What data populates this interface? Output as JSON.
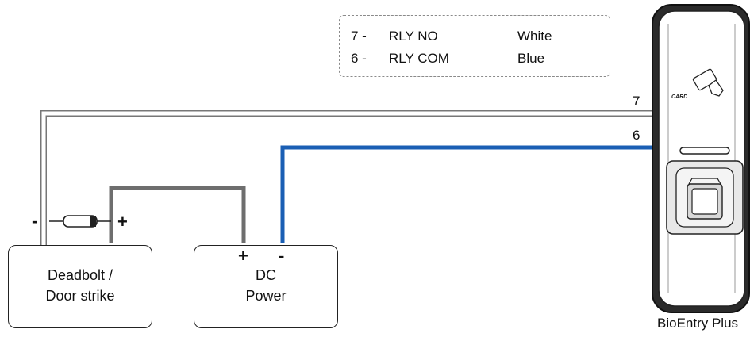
{
  "legend": {
    "rows": [
      {
        "pin": "7 -",
        "signal": "RLY NO",
        "color": "White"
      },
      {
        "pin": "6 -",
        "signal": "RLY COM",
        "color": "Blue"
      }
    ]
  },
  "wires": {
    "wire7_label": "7",
    "wire6_label": "6",
    "wire7_color": "#ffffff",
    "wire6_color": "#1a5fb4",
    "power_wire_color": "#6e6e6e"
  },
  "deadbolt": {
    "line1": "Deadbolt /",
    "line2": "Door strike",
    "minus": "-",
    "plus": "+"
  },
  "power": {
    "line1": "DC",
    "line2": "Power",
    "plus": "+",
    "minus": "-"
  },
  "device": {
    "name": "BioEntry Plus",
    "card_text": "CARD"
  }
}
